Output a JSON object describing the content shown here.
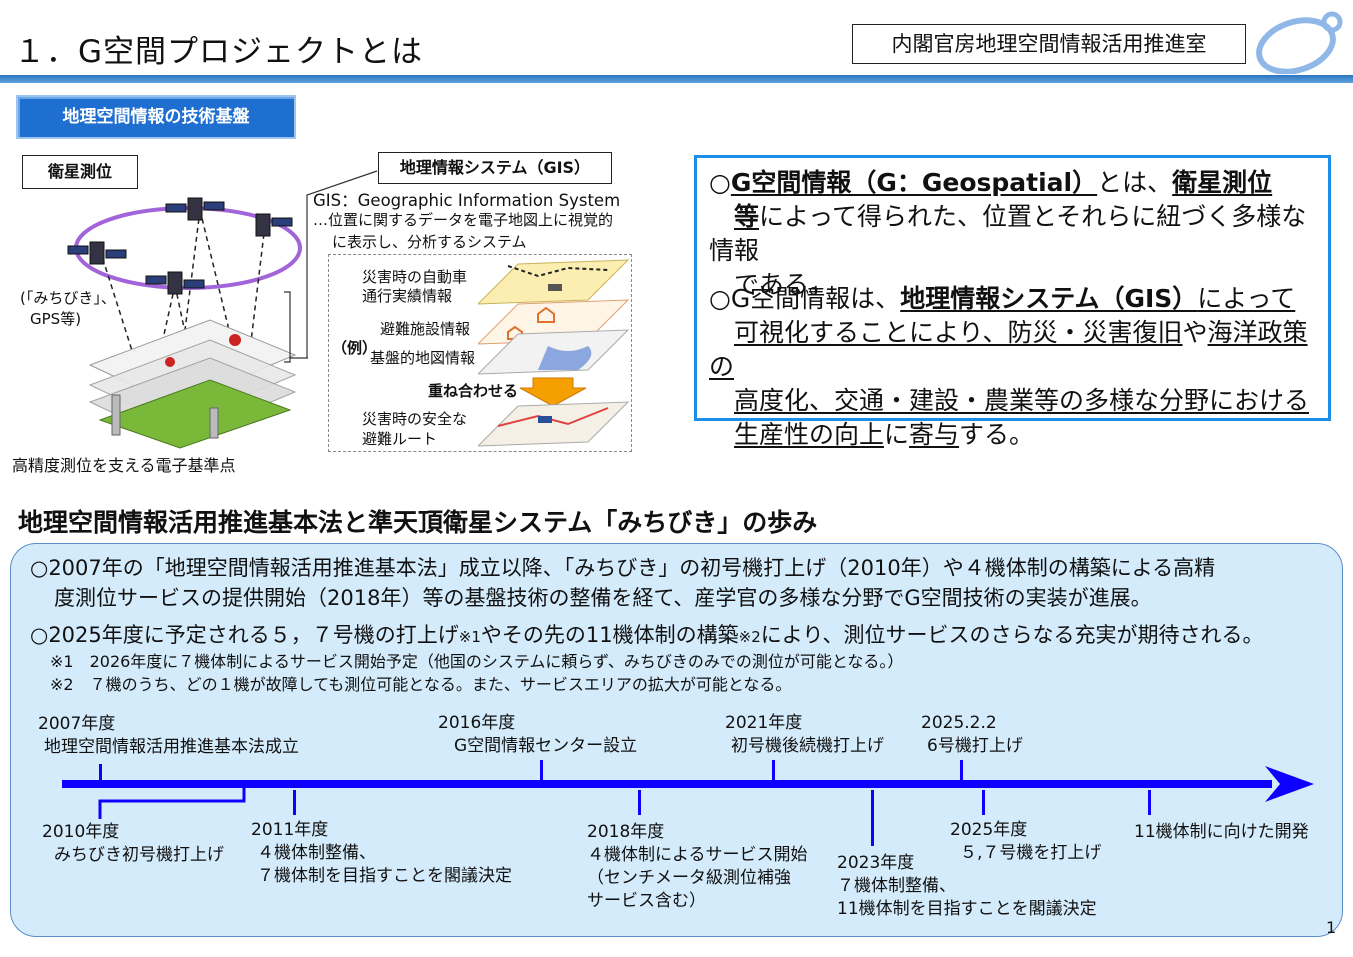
{
  "header": {
    "title": "１．G空間プロジェクトとは",
    "office": "内閣官房地理空間情報活用推進室"
  },
  "tech_tag": "地理空間情報の技術基盤",
  "satellite": {
    "label": "衛星測位",
    "michibiki_note_1": "(「みちびき」、",
    "michibiki_note_2": "GPS等)",
    "caption": "高精度測位を支える電子基準点"
  },
  "gis": {
    "label": "地理情報システム（GIS）",
    "desc_1": "GIS：Geographic Information System",
    "desc_2": "…位置に関するデータを電子地図上に視覚的",
    "desc_3": "に表示し、分析するシステム",
    "layer_1a": "災害時の自動車",
    "layer_1b": "通行実績情報",
    "layer_2": "避難施設情報",
    "example": "（例）",
    "layer_3": "基盤的地図情報",
    "overlay": "重ね合わせる",
    "result_1": "災害時の安全な",
    "result_2": "避難ルート"
  },
  "definition": {
    "p1_mark": "○",
    "p1_term": "G空間情報（G：Geospatial）",
    "p1_a": "とは、",
    "p1_sat_1": "衛星測位",
    "p1_sat_2": "等",
    "p1_b": "によって得られた、位置とそれらに紐づく多様な情報",
    "p1_c": "である。",
    "p2_a": "○G空間情報は、",
    "p2_gis": "地理情報システム（GIS）",
    "p2_b": "によって",
    "p2_c": "可視化することにより、",
    "p2_d": "防災・災害復旧",
    "p2_e": "や",
    "p2_f": "海洋政策の",
    "p2_g": "高度化、交通・建設・農業等の多様な分野における",
    "p2_h": "生産性の向上",
    "p2_i": "に",
    "p2_j": "寄与",
    "p2_k": "する。"
  },
  "section_title": "地理空間情報活用推進基本法と準天頂衛星システム「みちびき」の歩み",
  "panel": {
    "para1_a": "○2007年の「地理空間情報活用推進基本法」成立以降、「みちびき」の初号機打上げ（2010年）や４機体制の構築による高精",
    "para1_b": "度測位サービスの提供開始（2018年）等の基盤技術の整備を経て、産学官の多様な分野でG空間技術の実装が進展。",
    "para2_a": "○2025年度に予定される５，７号機の打上げ",
    "para2_n1": "※1",
    "para2_b": "やその先の11機体制の構築",
    "para2_n2": "※2",
    "para2_c": "により、測位サービスのさらなる充実が期待される。",
    "note1": "※1　2026年度に７機体制によるサービス開始予定（他国のシステムに頼らず、みちびきのみでの測位が可能となる。）",
    "note2": "※2　７機のうち、どの１機が故障しても測位可能となる。また、サービスエリアの拡大が可能となる。"
  },
  "timeline": {
    "above": [
      {
        "date": "2007年度",
        "text": "地理空間情報活用推進基本法成立"
      },
      {
        "date": "2016年度",
        "text": "G空間情報センター設立"
      },
      {
        "date": "2021年度",
        "text": "初号機後続機打上げ"
      },
      {
        "date": "2025.2.2",
        "text": "6号機打上げ"
      }
    ],
    "below": [
      {
        "date": "2010年度",
        "text": "みちびき初号機打上げ"
      },
      {
        "date": "2011年度",
        "text": "４機体制整備、\n７機体制を目指すことを閣議決定"
      },
      {
        "date": "2018年度",
        "text": "４機体制によるサービス開始\n（センチメータ級測位補強\nサービス含む）"
      },
      {
        "date": "2023年度",
        "text": "７機体制整備、\n11機体制を目指すことを閣議決定"
      },
      {
        "date": "2025年度",
        "text": "５,７号機を打上げ"
      },
      {
        "date": "",
        "text": "11機体制に向けた開発"
      }
    ]
  },
  "page_number": "1",
  "colors": {
    "accent_blue": "#1f6fd0",
    "timeline_blue": "#0d00ff",
    "panel_bg": "#d4ebfb",
    "arrow_orange": "#f5a000"
  }
}
